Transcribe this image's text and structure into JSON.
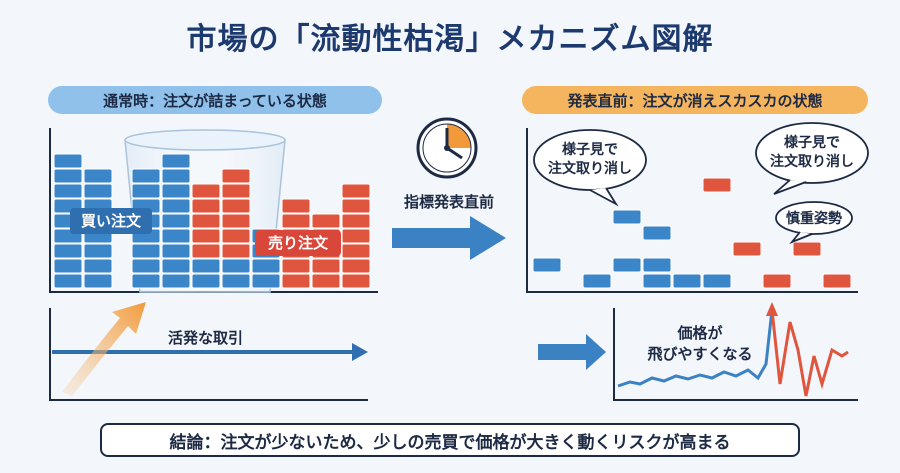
{
  "title": "市場の「流動性枯渇」メカニズム図解",
  "left_panel": {
    "header": "通常時：注文が詰まっている状態",
    "buy_label": "買い注文",
    "sell_label": "売り注文",
    "trade_label": "活発な取引"
  },
  "middle": {
    "label": "指標発表直前"
  },
  "right_panel": {
    "header": "発表直前：注文が消えスカスカの状態",
    "bubble1": [
      "様子見で",
      "注文取り消し"
    ],
    "bubble2": [
      "様子見で",
      "注文取り消し"
    ],
    "bubble3": "慎重姿勢",
    "price_label": [
      "価格が",
      "飛びやすくなる"
    ]
  },
  "conclusion": "結論：注文が少ないため、少しの売買で価格が大きく動くリスクが高まる",
  "colors": {
    "buy": "#3b86c9",
    "sell": "#e0553e",
    "title": "#1d3a6e",
    "arrow": "#3b82c4",
    "orange": "#f29a3a"
  }
}
